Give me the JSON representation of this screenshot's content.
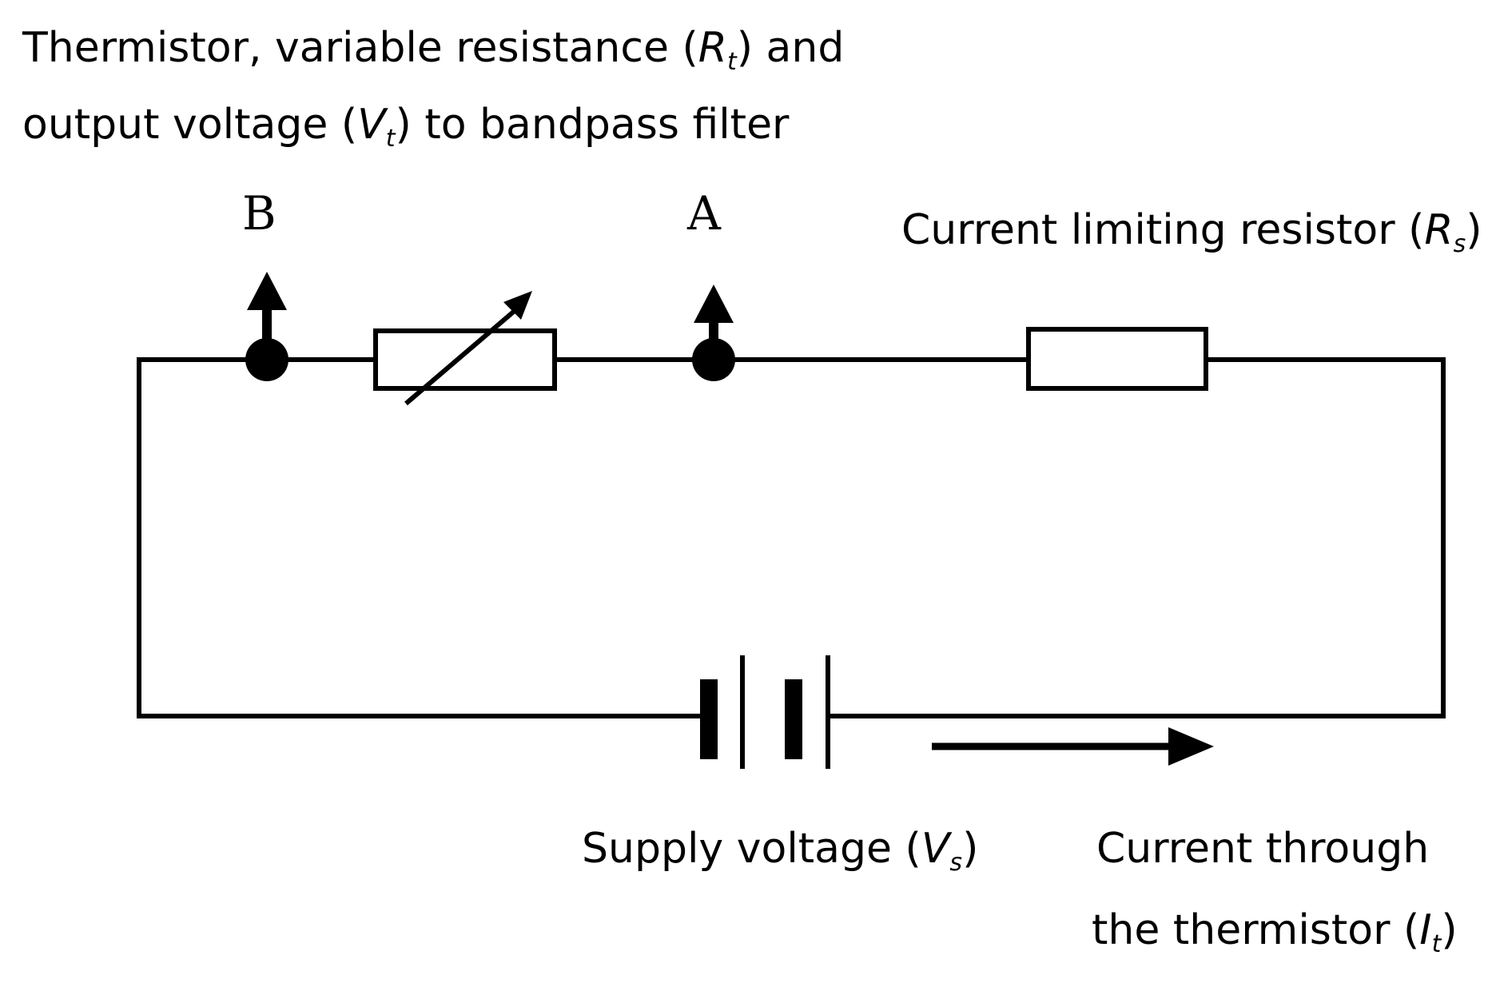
{
  "title": {
    "line1_prefix": "Thermistor, variable resistance (",
    "line1_symbol": "R",
    "line1_sub": "t",
    "line1_suffix": ") and",
    "line2_prefix": "output voltage (",
    "line2_symbol": "V",
    "line2_sub": "t",
    "line2_suffix": ") to bandpass filter"
  },
  "nodes": {
    "b": "B",
    "a": "A"
  },
  "resistor_label": {
    "prefix": "Current limiting resistor (",
    "symbol": "R",
    "sub": "s",
    "suffix": ")"
  },
  "supply_label": {
    "prefix": "Supply voltage (",
    "symbol": "V",
    "sub": "s",
    "suffix": ")"
  },
  "current_label": {
    "line1": "Current through",
    "line2_prefix": "the thermistor (",
    "line2_symbol": "I",
    "line2_sub": "t",
    "line2_suffix": ")"
  },
  "colors": {
    "ink": "#000000",
    "background": "#ffffff"
  }
}
